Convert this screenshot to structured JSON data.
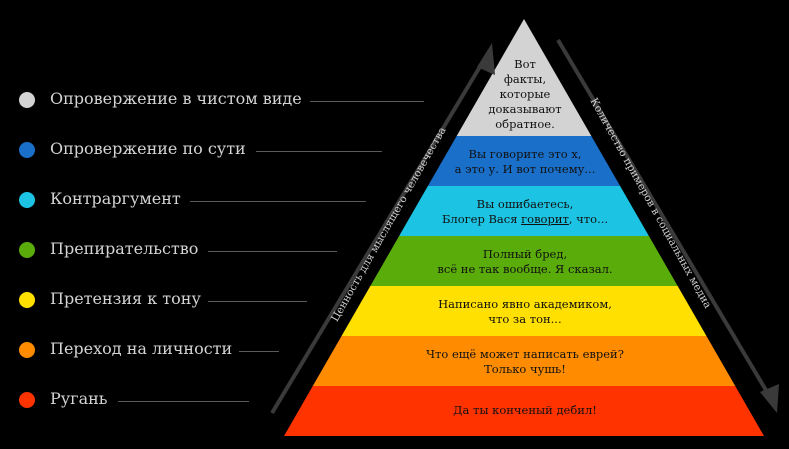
{
  "legend": [
    {
      "label": "Опровержение в чистом виде",
      "color": "#d3d3d3"
    },
    {
      "label": "Опровержение по сути",
      "color": "#1a6fc9"
    },
    {
      "label": "Контраргумент",
      "color": "#1cc3e3"
    },
    {
      "label": "Препирательство",
      "color": "#5aac0a"
    },
    {
      "label": "Претензия к тону",
      "color": "#ffe000"
    },
    {
      "label": "Переход на личности",
      "color": "#ff8c00"
    },
    {
      "label": "Ругань",
      "color": "#ff3300"
    }
  ],
  "levels": [
    {
      "color": "#d3d3d3",
      "lines": [
        "Вот",
        "факты,",
        "которые",
        "доказывают",
        "обратное."
      ]
    },
    {
      "color": "#1a6fc9",
      "lines": [
        "Вы говорите это х,",
        "а это у. И вот почему..."
      ]
    },
    {
      "color": "#1cc3e3",
      "line1": "Вы ошибаетесь,",
      "line2_before": "Блогер Вася ",
      "line2_link": "говорит",
      "line2_after": ", что..."
    },
    {
      "color": "#5aac0a",
      "lines": [
        "Полный бред,",
        "всё не так вообще. Я сказал."
      ]
    },
    {
      "color": "#ffe000",
      "lines": [
        "Написано явно академиком,",
        "что за тон..."
      ]
    },
    {
      "color": "#ff8c00",
      "lines": [
        "Что ещё может написать еврей?",
        "Только чушь!"
      ]
    },
    {
      "color": "#ff3300",
      "lines": [
        "Да ты конченый дебил!"
      ]
    }
  ],
  "axes": {
    "left": "Ценность для мыслящего человечества",
    "right": "Количество примеров в социальных медиа"
  }
}
